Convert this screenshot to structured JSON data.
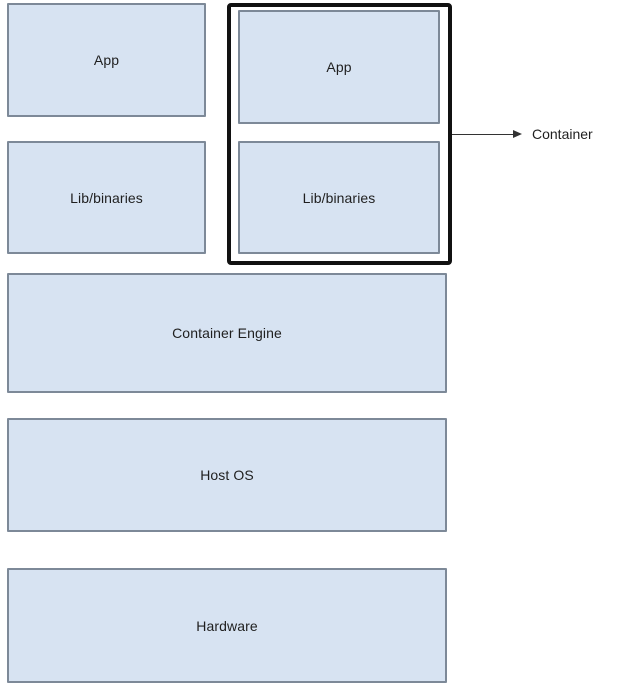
{
  "diagram": {
    "host_stack": {
      "app_label": "App",
      "lib_label": "Lib/binaries"
    },
    "container": {
      "app_label": "App",
      "lib_label": "Lib/binaries",
      "callout_label": "Container"
    },
    "layers": {
      "engine_label": "Container Engine",
      "host_os_label": "Host OS",
      "hardware_label": "Hardware"
    },
    "colors": {
      "box_fill": "#d7e3f2",
      "box_border": "#7d8998",
      "container_border": "#111111",
      "text": "#1f1f1f",
      "arrow": "#333333"
    }
  }
}
